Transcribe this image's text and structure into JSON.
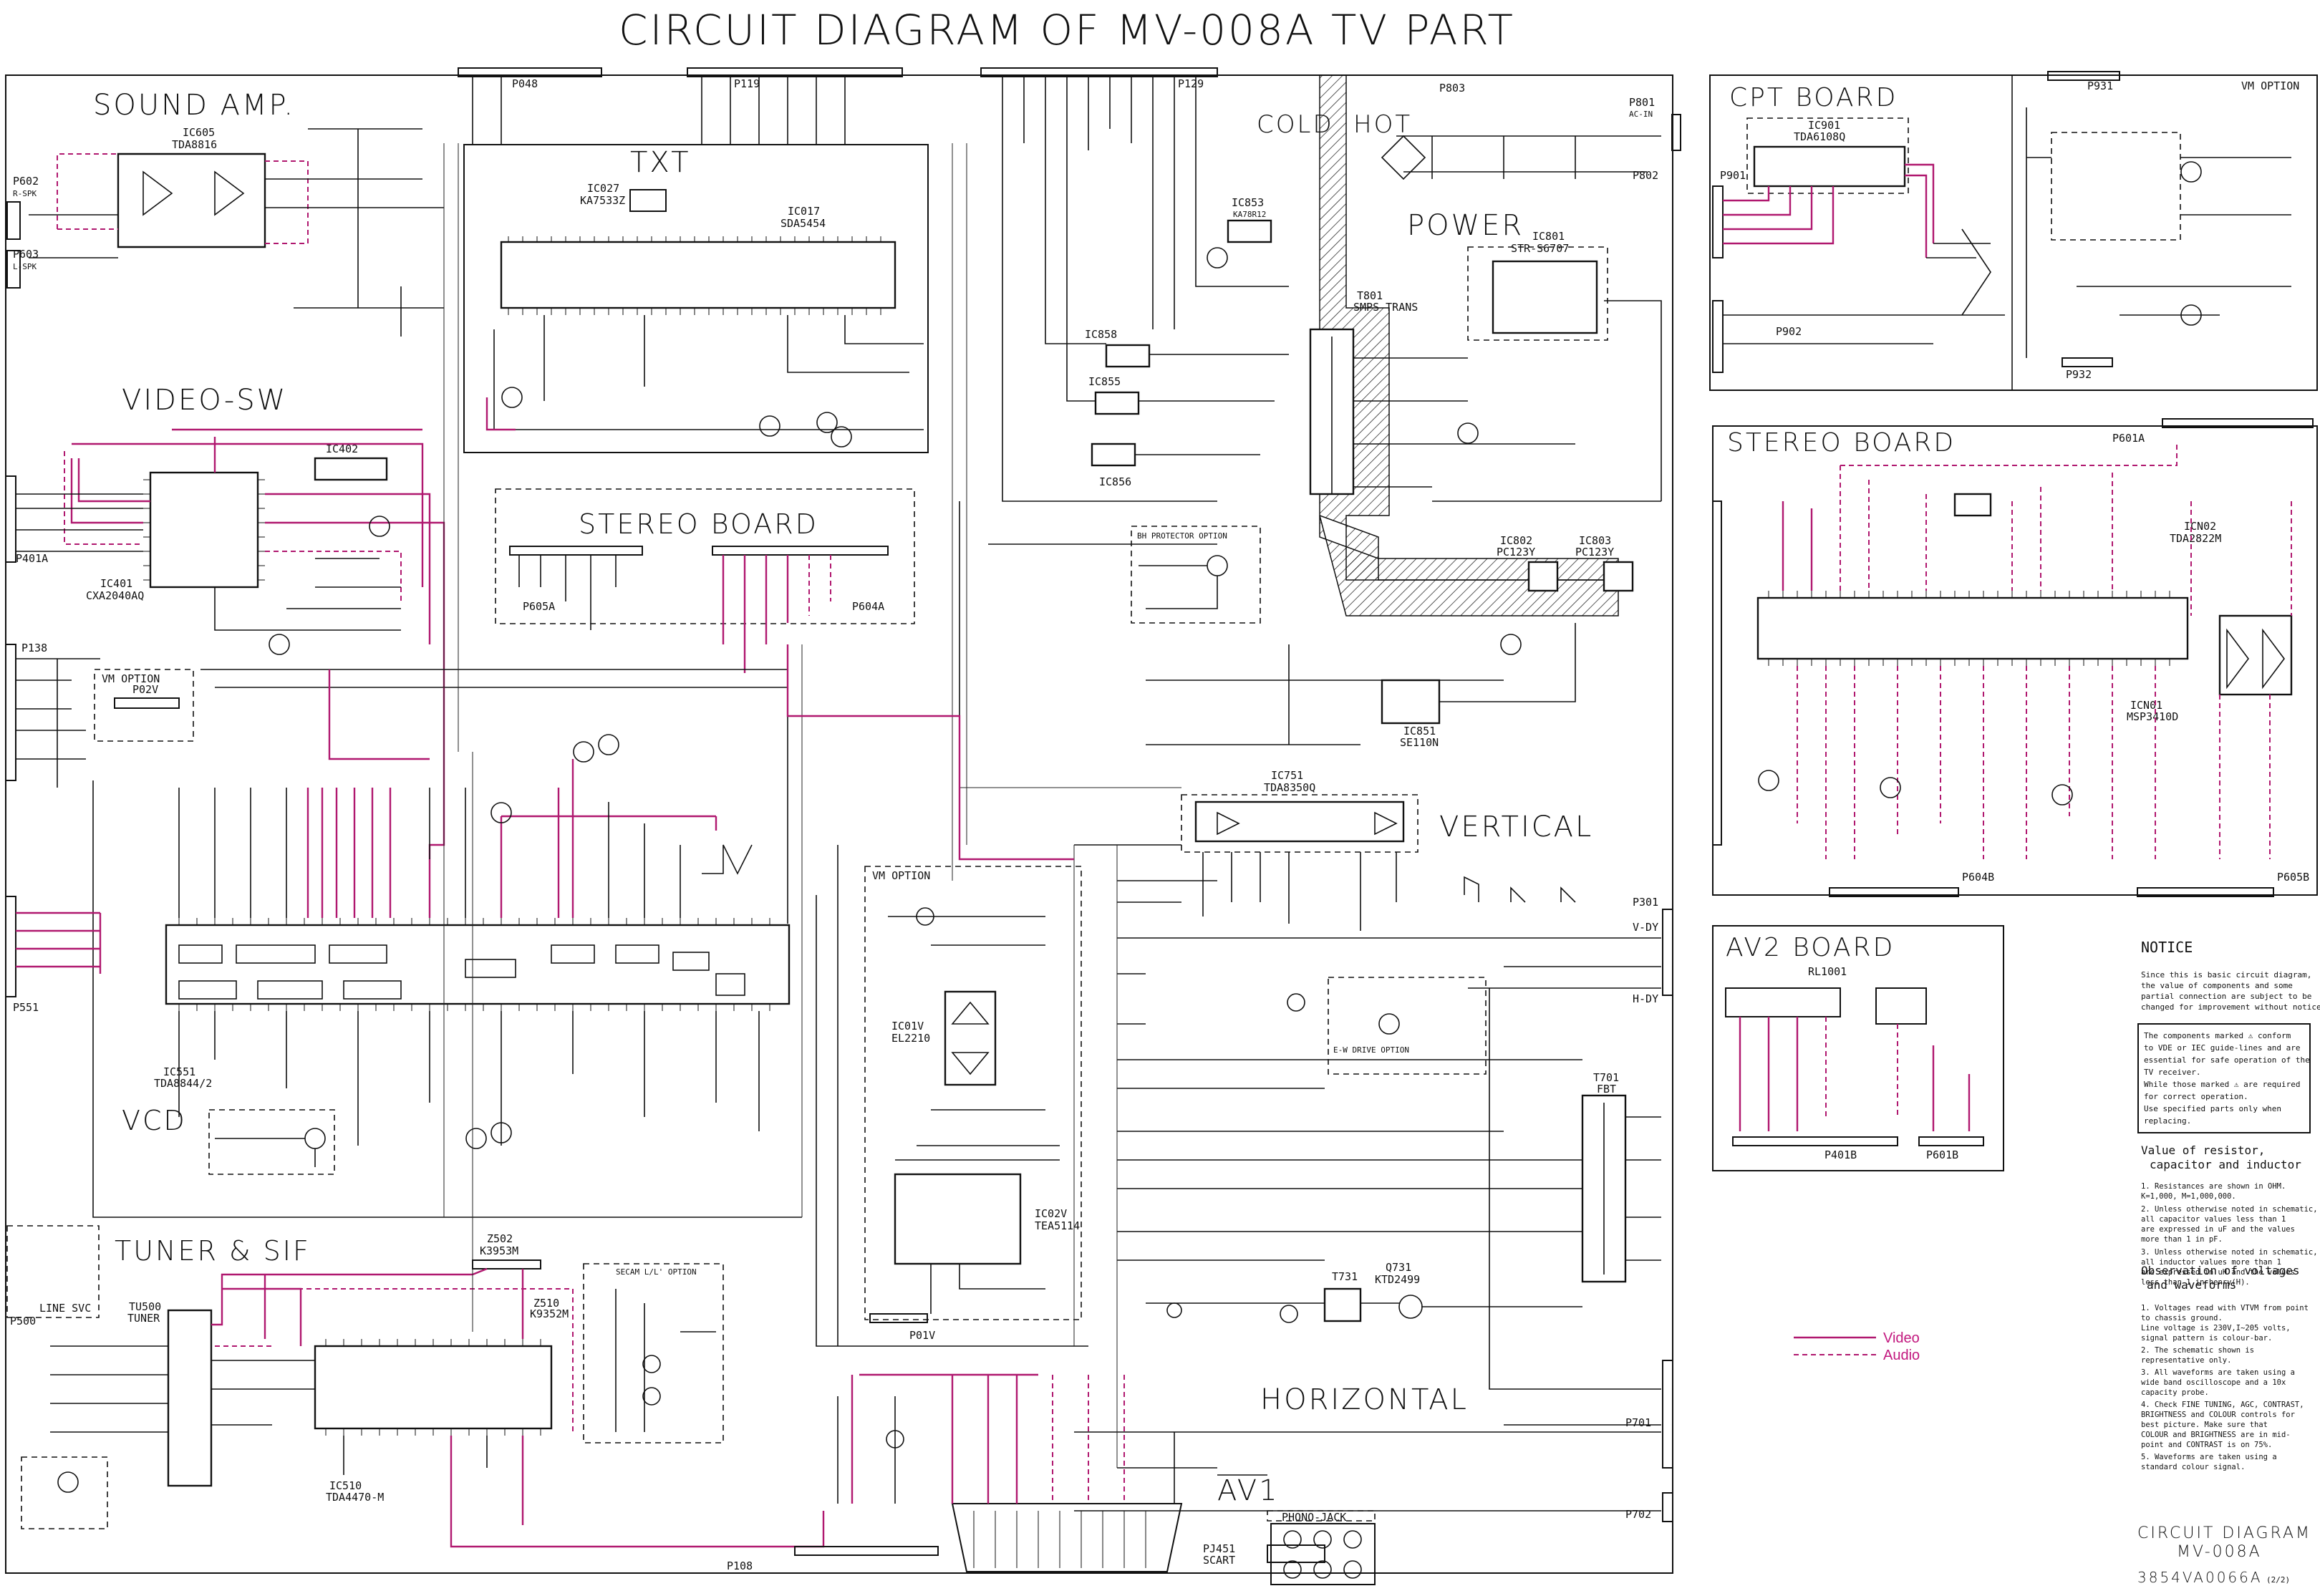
{
  "title": "CIRCUIT DIAGRAM OF MV-008A TV PART",
  "sections": {
    "sound_amp": "SOUND AMP.",
    "txt": "TXT",
    "video_sw": "VIDEO-SW",
    "stereo_board_center": "STEREO BOARD",
    "cold": "COLD",
    "hot": "HOT",
    "power": "POWER",
    "cpt_board": "CPT BOARD",
    "vm_option_top": "VM OPTION",
    "stereo_board_right": "STEREO BOARD",
    "vertical": "VERTICAL",
    "vcd": "VCD",
    "tuner_sif": "TUNER & SIF",
    "horizontal": "HORIZONTAL",
    "av1": "AV1",
    "phono_jack": "PHONO-JACK",
    "av2_board": "AV2 BOARD",
    "vm_option_mid": "VM OPTION",
    "secam_option": "SECAM L/L' OPTION",
    "e_w_drive": "E-W DRIVE OPTION",
    "bh_protector": "BH PROTECTOR OPTION"
  },
  "components": {
    "ic605": "IC605",
    "ic605_part": "TDA8816",
    "ic027": "IC027",
    "ic027_part": "KA7533Z",
    "ic017": "IC017",
    "ic017_part": "SDA5454",
    "ic853": "IC853",
    "ic853_part": "KA78R12",
    "ic402": "IC402",
    "ic401": "IC401",
    "ic401_part": "CXA2040AQ",
    "ic858": "IC858",
    "ic855": "IC855",
    "ic856": "IC856",
    "ic801": "IC801",
    "ic801_part": "STR-S6707",
    "t801": "T801",
    "t801_part": "SMPS TRANS",
    "ic802": "IC802",
    "ic802_part": "PC123Y",
    "ic803": "IC803",
    "ic803_part": "PC123Y",
    "ic851": "IC851",
    "ic851_part": "SE110N",
    "ic901": "IC901",
    "ic901_part": "TDA6108Q",
    "icn02": "ICN02",
    "icn02_part": "TDA2822M",
    "icn01": "ICN01",
    "icn01_part": "MSP3410D",
    "ic751": "IC751",
    "ic751_part": "TDA8350Q",
    "ic551": "IC551",
    "ic551_part": "TDA8844/2",
    "ic01v": "IC01V",
    "ic01v_part": "EL2210",
    "ic02v": "IC02V",
    "ic02v_part": "TEA5114",
    "z502": "Z502",
    "z502_part": "K3953M",
    "z510": "Z510",
    "z510_part": "K9352M",
    "tu500": "TU500",
    "tu500_part": "TUNER",
    "ic510": "IC510",
    "ic510_part": "TDA4470-M",
    "t731": "T731",
    "q731": "Q731",
    "q731_part": "KTD2499",
    "t701": "T701",
    "t701_part": "FBT",
    "rl1001": "RL1001",
    "pj451": "PJ451",
    "pj451_part": "SCART"
  },
  "connectors": {
    "p602": "P602",
    "p602_sub": "R-SPK",
    "p603": "P603",
    "p603_sub": "L-SPK",
    "p401a": "P401A",
    "p138": "P138",
    "p551": "P551",
    "p500": "P500",
    "p048": "P048",
    "p119": "P119",
    "p129": "P129",
    "p803": "P803",
    "p801": "P801",
    "p801_sub": "AC-IN",
    "p802": "P802",
    "p605a": "P605A",
    "p604a": "P604A",
    "p901": "P901",
    "p902": "P902",
    "p931": "P931",
    "p932": "P932",
    "p601a": "P601A",
    "p604b": "P604B",
    "p605b": "P605B",
    "p301": "P301",
    "v_dy": "V-DY",
    "h_dy": "H-DY",
    "p01v": "P01V",
    "p02v": "P02V",
    "p401b": "P401B",
    "p601b": "P601B",
    "p701": "P701",
    "p702": "P702",
    "p108": "P108",
    "line_svc": "LINE SVC"
  },
  "legend": {
    "video": "Video",
    "audio": "Audio"
  },
  "notice": {
    "heading": "NOTICE",
    "intro": [
      "Since this is basic circuit diagram,",
      "the value of components and some",
      "partial connection are subject to be",
      "changed for improvement without notice."
    ],
    "box": [
      "The components marked ⚠ conform",
      "to VDE or IEC guide-lines and are",
      "essential for safe operation of the",
      "TV receiver.",
      "While those marked ⚠ are required",
      "for correct operation.",
      "Use specified parts only when",
      "replacing."
    ],
    "resistor_heading": [
      "Value of resistor,",
      "capacitor and inductor"
    ],
    "resistor_notes": [
      "1. Resistances are shown in OHM.",
      "   K=1,000,  M=1,000,000.",
      "2. Unless otherwise noted in schematic,",
      "   all capacitor values less than 1",
      "   are expressed in uF and the values",
      "   more than 1 in pF.",
      "3. Unless otherwise noted in schematic,",
      "   all inductor values more than 1",
      "   are expressed in uH and the values",
      "   less than 1 in henry(H)."
    ],
    "observation_heading": [
      "Observation of voltages",
      "and waveforms"
    ],
    "observation_notes": [
      "1. Voltages read with VTVM from point",
      "   to chassis ground.",
      "   Line voltage is 230V,I~205 volts,",
      "   signal pattern is colour-bar.",
      "2. The schematic shown is",
      "   representative only.",
      "3. All waveforms are taken using a",
      "   wide band oscilloscope and a 10x",
      "   capacity probe.",
      "4. Check FINE TUNING, AGC, CONTRAST,",
      "   BRIGHTNESS and COLOUR controls for",
      "   best picture. Make sure that",
      "   COLOUR and BRIGHTNESS are in mid-",
      "   point and CONTRAST is on 75%.",
      "5. Waveforms are taken using a",
      "   standard colour signal."
    ]
  },
  "footer": {
    "line1": "CIRCUIT DIAGRAM",
    "line2": "MV-008A",
    "doc_no": "3854VA0066A",
    "sheet": "(2/2)"
  }
}
